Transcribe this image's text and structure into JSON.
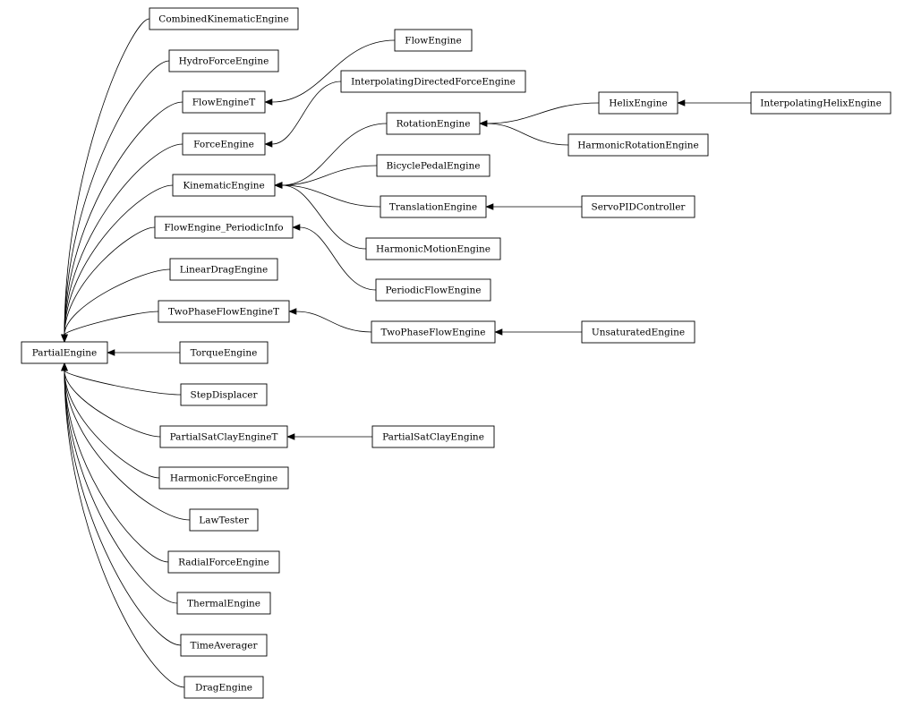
{
  "diagram": {
    "type": "class-inheritance-graph",
    "nodes": [
      {
        "id": "PartialEngine",
        "label": "PartialEngine"
      },
      {
        "id": "CombinedKinematicEngine",
        "label": "CombinedKinematicEngine"
      },
      {
        "id": "HydroForceEngine",
        "label": "HydroForceEngine"
      },
      {
        "id": "FlowEngineT",
        "label": "FlowEngineT"
      },
      {
        "id": "ForceEngine",
        "label": "ForceEngine"
      },
      {
        "id": "KinematicEngine",
        "label": "KinematicEngine"
      },
      {
        "id": "FlowEngine_PeriodicInfo",
        "label": "FlowEngine_PeriodicInfo"
      },
      {
        "id": "LinearDragEngine",
        "label": "LinearDragEngine"
      },
      {
        "id": "TwoPhaseFlowEngineT",
        "label": "TwoPhaseFlowEngineT"
      },
      {
        "id": "TorqueEngine",
        "label": "TorqueEngine"
      },
      {
        "id": "StepDisplacer",
        "label": "StepDisplacer"
      },
      {
        "id": "PartialSatClayEngineT",
        "label": "PartialSatClayEngineT"
      },
      {
        "id": "HarmonicForceEngine",
        "label": "HarmonicForceEngine"
      },
      {
        "id": "LawTester",
        "label": "LawTester"
      },
      {
        "id": "RadialForceEngine",
        "label": "RadialForceEngine"
      },
      {
        "id": "ThermalEngine",
        "label": "ThermalEngine"
      },
      {
        "id": "TimeAverager",
        "label": "TimeAverager"
      },
      {
        "id": "DragEngine",
        "label": "DragEngine"
      },
      {
        "id": "FlowEngine",
        "label": "FlowEngine"
      },
      {
        "id": "InterpolatingDirectedForceEngine",
        "label": "InterpolatingDirectedForceEngine"
      },
      {
        "id": "RotationEngine",
        "label": "RotationEngine"
      },
      {
        "id": "BicyclePedalEngine",
        "label": "BicyclePedalEngine"
      },
      {
        "id": "TranslationEngine",
        "label": "TranslationEngine"
      },
      {
        "id": "HarmonicMotionEngine",
        "label": "HarmonicMotionEngine"
      },
      {
        "id": "PeriodicFlowEngine",
        "label": "PeriodicFlowEngine"
      },
      {
        "id": "TwoPhaseFlowEngine",
        "label": "TwoPhaseFlowEngine"
      },
      {
        "id": "PartialSatClayEngine",
        "label": "PartialSatClayEngine"
      },
      {
        "id": "HelixEngine",
        "label": "HelixEngine"
      },
      {
        "id": "HarmonicRotationEngine",
        "label": "HarmonicRotationEngine"
      },
      {
        "id": "ServoPIDController",
        "label": "ServoPIDController"
      },
      {
        "id": "UnsaturatedEngine",
        "label": "UnsaturatedEngine"
      },
      {
        "id": "InterpolatingHelixEngine",
        "label": "InterpolatingHelixEngine"
      }
    ],
    "edges": [
      {
        "from": "CombinedKinematicEngine",
        "to": "PartialEngine"
      },
      {
        "from": "HydroForceEngine",
        "to": "PartialEngine"
      },
      {
        "from": "FlowEngineT",
        "to": "PartialEngine"
      },
      {
        "from": "ForceEngine",
        "to": "PartialEngine"
      },
      {
        "from": "KinematicEngine",
        "to": "PartialEngine"
      },
      {
        "from": "FlowEngine_PeriodicInfo",
        "to": "PartialEngine"
      },
      {
        "from": "LinearDragEngine",
        "to": "PartialEngine"
      },
      {
        "from": "TwoPhaseFlowEngineT",
        "to": "PartialEngine"
      },
      {
        "from": "TorqueEngine",
        "to": "PartialEngine"
      },
      {
        "from": "StepDisplacer",
        "to": "PartialEngine"
      },
      {
        "from": "PartialSatClayEngineT",
        "to": "PartialEngine"
      },
      {
        "from": "HarmonicForceEngine",
        "to": "PartialEngine"
      },
      {
        "from": "LawTester",
        "to": "PartialEngine"
      },
      {
        "from": "RadialForceEngine",
        "to": "PartialEngine"
      },
      {
        "from": "ThermalEngine",
        "to": "PartialEngine"
      },
      {
        "from": "TimeAverager",
        "to": "PartialEngine"
      },
      {
        "from": "DragEngine",
        "to": "PartialEngine"
      },
      {
        "from": "FlowEngine",
        "to": "FlowEngineT"
      },
      {
        "from": "InterpolatingDirectedForceEngine",
        "to": "ForceEngine"
      },
      {
        "from": "RotationEngine",
        "to": "KinematicEngine"
      },
      {
        "from": "BicyclePedalEngine",
        "to": "KinematicEngine"
      },
      {
        "from": "TranslationEngine",
        "to": "KinematicEngine"
      },
      {
        "from": "HarmonicMotionEngine",
        "to": "KinematicEngine"
      },
      {
        "from": "PeriodicFlowEngine",
        "to": "FlowEngine_PeriodicInfo"
      },
      {
        "from": "TwoPhaseFlowEngine",
        "to": "TwoPhaseFlowEngineT"
      },
      {
        "from": "PartialSatClayEngine",
        "to": "PartialSatClayEngineT"
      },
      {
        "from": "HelixEngine",
        "to": "RotationEngine"
      },
      {
        "from": "HarmonicRotationEngine",
        "to": "RotationEngine"
      },
      {
        "from": "ServoPIDController",
        "to": "TranslationEngine"
      },
      {
        "from": "UnsaturatedEngine",
        "to": "TwoPhaseFlowEngine"
      },
      {
        "from": "InterpolatingHelixEngine",
        "to": "HelixEngine"
      }
    ]
  }
}
